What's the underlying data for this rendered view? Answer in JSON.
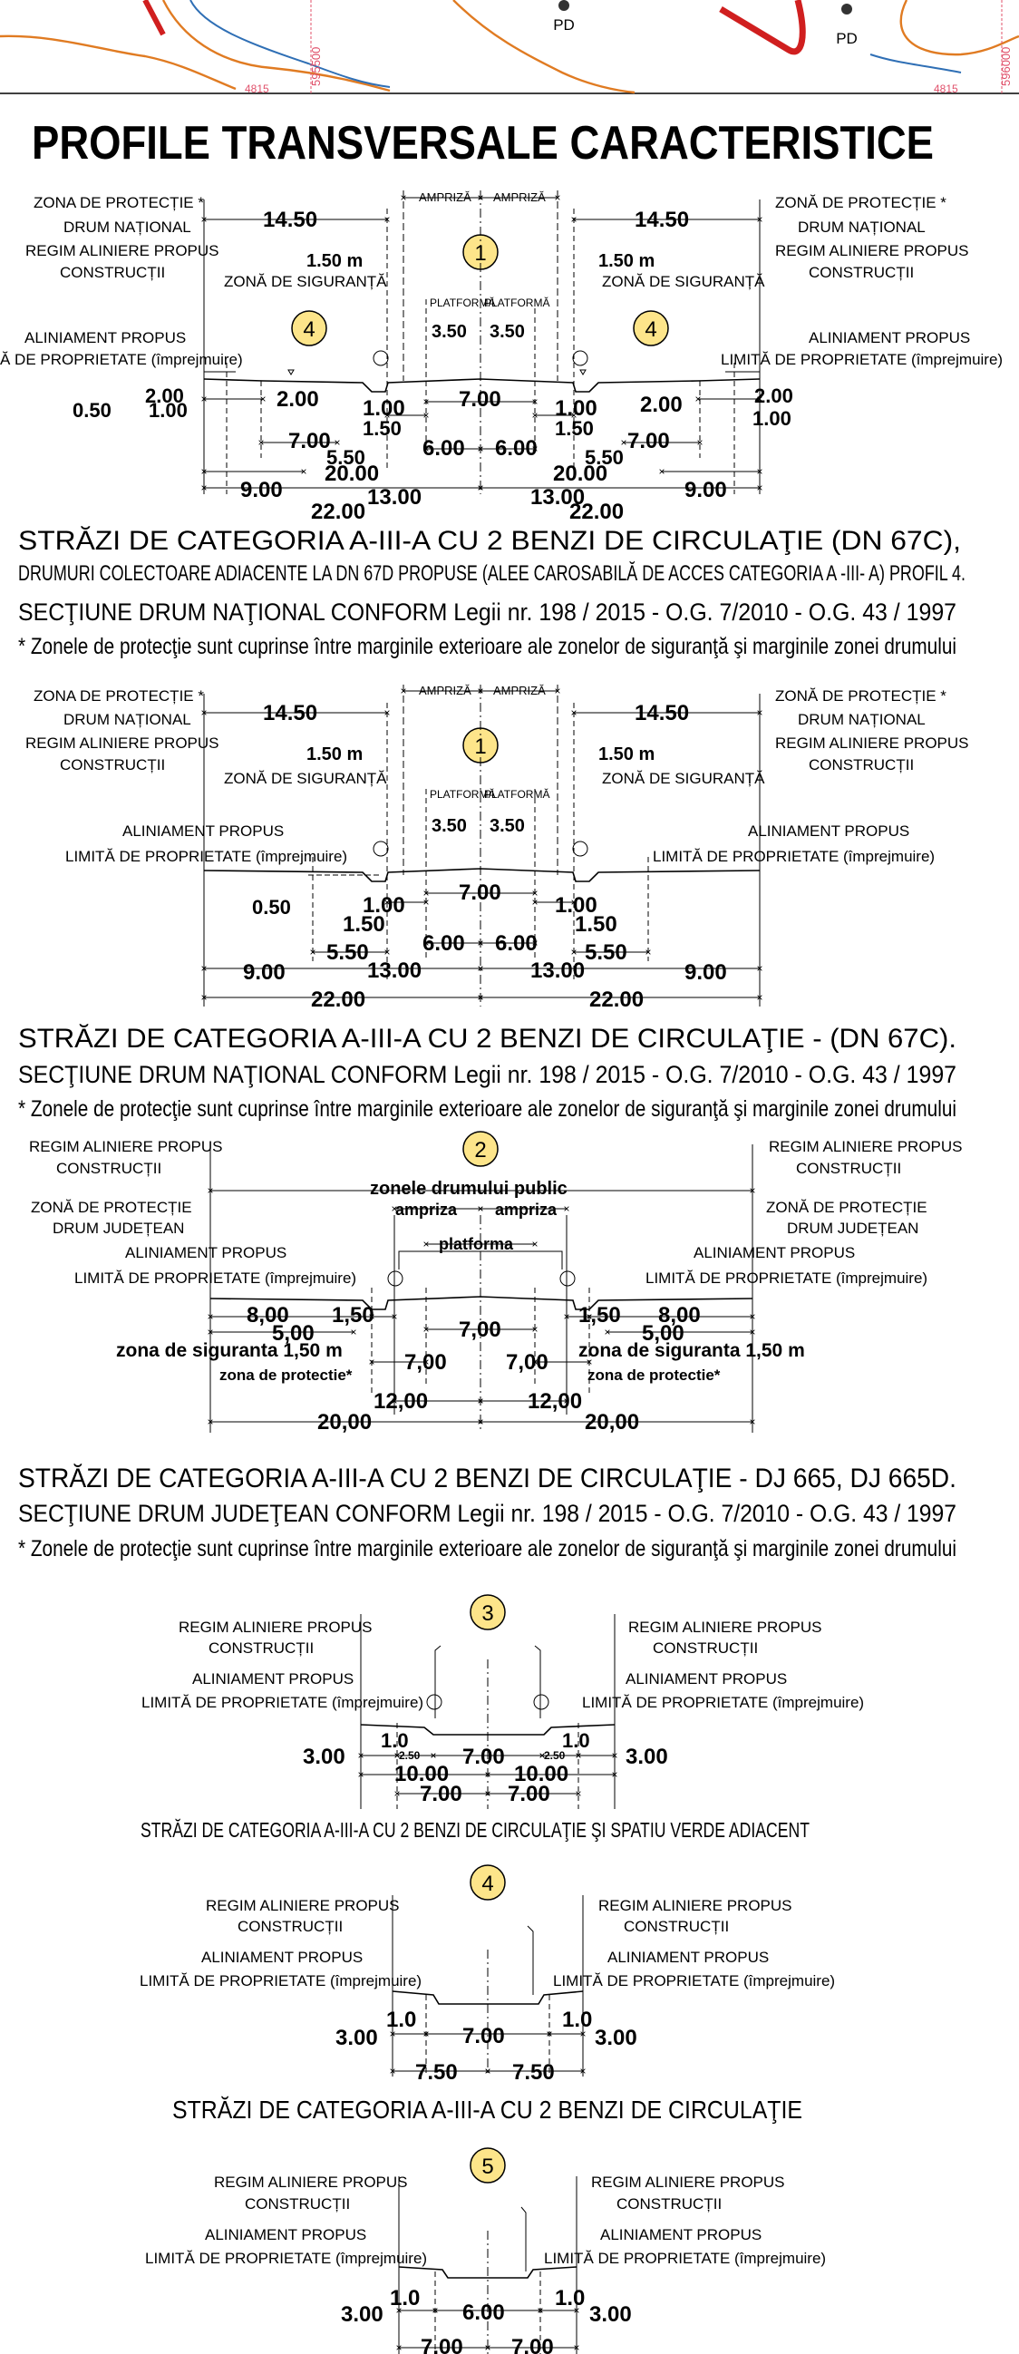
{
  "map": {
    "pd1": "PD",
    "pd2": "PD",
    "ref1": "595500",
    "ref2": "596000",
    "ref3": "4815",
    "ref4": "4815"
  },
  "title": "PROFILE TRANSVERSALE CARACTERISTICE",
  "colors": {
    "marker_fill": "#fde58a",
    "map_orange": "#e07b22",
    "map_blue": "#2f6fb5",
    "map_red": "#d01f1f",
    "map_grid": "#e0506a"
  },
  "labels": {
    "zona_protectie_star": "ZONA DE PROTECȚIE *",
    "zona_protectie_star_r": "ZONĂ DE PROTECȚIE *",
    "drum_national": "DRUM NAȚIONAL",
    "regim_aliniere": "REGIM ALINIERE PROPUS",
    "constructii": "CONSTRUCȚII",
    "zona_siguranta": "ZONĂ DE SIGURANȚĂ",
    "aliniament": "ALINIAMENT PROPUS",
    "limita": "LIMITĂ DE PROPRIETATE (împrejmuire)",
    "limita_cut": "Ă DE PROPRIETATE (împrejmuire)",
    "ampriza": "AMPRIZĂ",
    "platforma": "PLATFORMĂ",
    "zona_protectie": "ZONĂ DE PROTECȚIE",
    "drum_judetean": "DRUM JUDEȚEAN",
    "zonele_drumului": "zonele drumului public",
    "ampriza_lc": "ampriza",
    "platforma_lc": "platforma",
    "zona_sig_lc": "zona de siguranta 1,50 m",
    "zona_prot_lc": "zona de protectie*"
  },
  "profiles": [
    {
      "marker": "1",
      "side_marker": "4",
      "dims": {
        "d1450": "14.50",
        "d150m": "1.50 m",
        "d350": "3.50",
        "d050": "0.50",
        "d200": "2.00",
        "d100": "1.00",
        "d700": "7.00",
        "d150": "1.50",
        "d550": "5.50",
        "d600": "6.00",
        "d2000": "20.00",
        "d900": "9.00",
        "d1300": "13.00",
        "d2200": "22.00"
      },
      "captions": [
        "STRĂZI DE CATEGORIA A-III-A CU 2 BENZI DE CIRCULAŢIE (DN 67C),",
        "DRUMURI COLECTOARE ADIACENTE LA DN 67D PROPUSE (ALEE CAROSABILĂ DE ACCES CATEGORIA A -III- A) PROFIL 4.",
        "SECŢIUNE DRUM NAŢIONAL CONFORM Legii nr. 198 / 2015 - O.G. 7/2010 - O.G. 43 / 1997",
        "* Zonele de protecţie sunt cuprinse între marginile exterioare ale zonelor de siguranţă şi marginile zonei drumului"
      ]
    },
    {
      "marker": "1",
      "dims": {
        "d1450": "14.50",
        "d150m": "1.50 m",
        "d350": "3.50",
        "d050": "0.50",
        "d100": "1.00",
        "d700": "7.00",
        "d150": "1.50",
        "d550": "5.50",
        "d600": "6.00",
        "d900": "9.00",
        "d1300": "13.00",
        "d2200": "22.00"
      },
      "captions": [
        "STRĂZI DE CATEGORIA A-III-A CU 2 BENZI DE CIRCULAŢIE - (DN 67C).",
        "SECŢIUNE DRUM NAŢIONAL CONFORM Legii nr. 198 / 2015 - O.G. 7/2010 - O.G. 43 / 1997",
        "* Zonele de protecţie sunt cuprinse între marginile exterioare ale zonelor de siguranţă şi marginile zonei drumului"
      ]
    },
    {
      "marker": "2",
      "dims": {
        "d800": "8,00",
        "d500": "5,00",
        "d150": "1,50",
        "d700": "7,00",
        "d1200": "12,00",
        "d2000": "20,00"
      },
      "captions": [
        "STRĂZI DE CATEGORIA A-III-A CU 2 BENZI DE CIRCULAŢIE - DJ 665, DJ 665D.",
        "SECŢIUNE DRUM JUDEŢEAN CONFORM Legii nr. 198 / 2015 - O.G. 7/2010 - O.G. 43 / 1997",
        "* Zonele de protecţie sunt cuprinse între marginile exterioare ale zonelor de siguranţă şi marginile zonei drumului"
      ]
    },
    {
      "marker": "3",
      "dims": {
        "d300": "3.00",
        "d10": "1.0",
        "d250": "2.50",
        "d700": "7.00",
        "d1000": "10.00"
      },
      "captions": [
        "STRĂZI DE CATEGORIA A-III-A CU 2 BENZI DE CIRCULAŢIE ŞI SPATIU VERDE ADIACENT"
      ]
    },
    {
      "marker": "4",
      "dims": {
        "d300": "3.00",
        "d10": "1.0",
        "d700": "7.00",
        "d750": "7.50"
      },
      "captions": [
        "STRĂZI DE CATEGORIA A-III-A CU 2 BENZI DE CIRCULAŢIE"
      ]
    },
    {
      "marker": "5",
      "dims": {
        "d300": "3.00",
        "d10": "1.0",
        "d600": "6.00",
        "d700": "7.00"
      }
    }
  ]
}
